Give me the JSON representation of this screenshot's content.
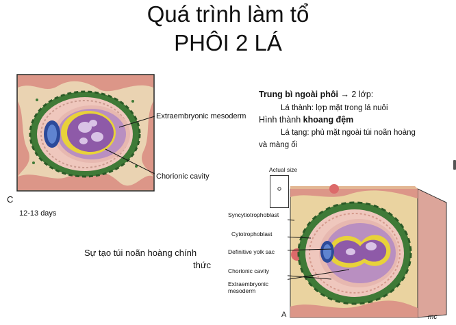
{
  "title": {
    "line1": "Quá trình làm tổ",
    "line2": "PHÔI 2 LÁ"
  },
  "notes": {
    "heading_bold": "Trung bì ngoài phôi",
    "heading_rest": " → 2 lớp:",
    "line1": "Lá thành: lợp mặt trong lá nuôi",
    "line2_prefix": "Hình thành ",
    "line2_bold": "khoang đệm",
    "line3": "Lá tạng: phủ mặt ngoài túi noãn hoàng",
    "line4": "và màng ối"
  },
  "figure_c": {
    "label_mesoderm": "Extraembryonic mesoderm",
    "label_cavity": "Chorionic cavity",
    "panel_letter": "C",
    "days": "12-13 days"
  },
  "figure_a": {
    "actual_size": "Actual size",
    "syncytio": "Syncytiotrophoblast",
    "cyto": "Cytotrophoblast",
    "yolk": "Definitive yolk sac",
    "cavity": "Chorionic cavity",
    "meso1": "Extraembryonic",
    "meso2": "mesoderm",
    "panel_letter": "A",
    "signature": "mc"
  },
  "caption": {
    "line1": "Sự tạo túi noãn hoàng chính",
    "line2": "thức"
  },
  "colors": {
    "endometrium": "#e9c9a6",
    "pink_tissue": "#d98a7c",
    "green_tissue": "#3f7a37",
    "purple": "#8e5aa8",
    "yellow": "#e8d23a",
    "blue": "#2c4a9a"
  }
}
